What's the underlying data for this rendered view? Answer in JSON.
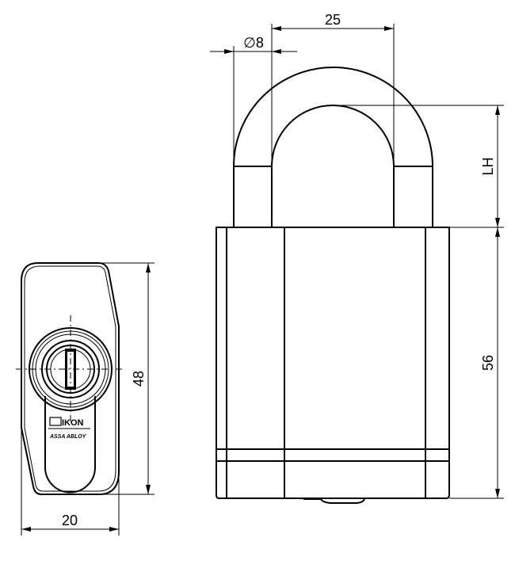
{
  "drawing": {
    "dimensions": {
      "shackle_spacing": "25",
      "shackle_diameter": "∅8",
      "shackle_clearance": "LH",
      "body_height": "56",
      "side_height": "48",
      "side_width": "20"
    },
    "logo": {
      "brand": "IKON",
      "group": "ASSA ABLOY"
    }
  }
}
